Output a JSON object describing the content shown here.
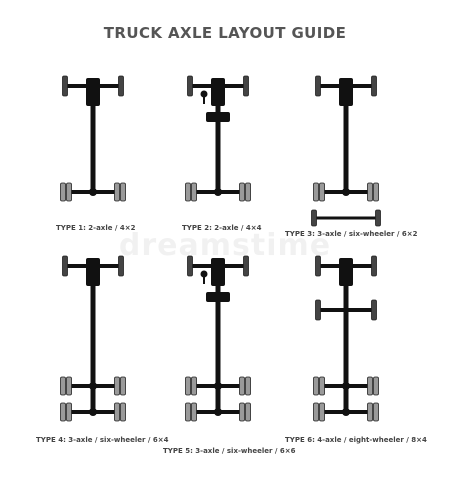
{
  "title": "TRUCK AXLE LAYOUT GUIDE",
  "watermark": "dreamstime",
  "colors": {
    "chassis": "#111111",
    "drive_wheel": "#9a9a9a",
    "wheel": "#444444",
    "title": "#555555"
  },
  "types": [
    {
      "caption": "TYPE 1: 2-axle / 4×2",
      "axles": [
        {
          "kind": "steer"
        },
        {
          "kind": "drive"
        }
      ]
    },
    {
      "caption": "TYPE 2: 2-axle / 4×4",
      "axles": [
        {
          "kind": "steer-drive"
        },
        {
          "kind": "drive"
        }
      ]
    },
    {
      "caption": "TYPE 3: 3-axle / six-wheeler / 6×2",
      "axles": [
        {
          "kind": "steer"
        },
        {
          "kind": "drive"
        },
        {
          "kind": "tag"
        }
      ]
    },
    {
      "caption": "TYPE 4: 3-axle / six-wheeler / 6×4",
      "axles": [
        {
          "kind": "steer"
        },
        {
          "kind": "drive"
        },
        {
          "kind": "drive"
        }
      ]
    },
    {
      "caption": "TYPE 5: 3-axle / six-wheeler / 6×6",
      "axles": [
        {
          "kind": "steer-drive"
        },
        {
          "kind": "drive"
        },
        {
          "kind": "drive"
        }
      ]
    },
    {
      "caption": "TYPE 6: 4-axle / eight-wheeler / 8×4",
      "axles": [
        {
          "kind": "steer"
        },
        {
          "kind": "steer"
        },
        {
          "kind": "drive"
        },
        {
          "kind": "drive"
        }
      ]
    }
  ]
}
